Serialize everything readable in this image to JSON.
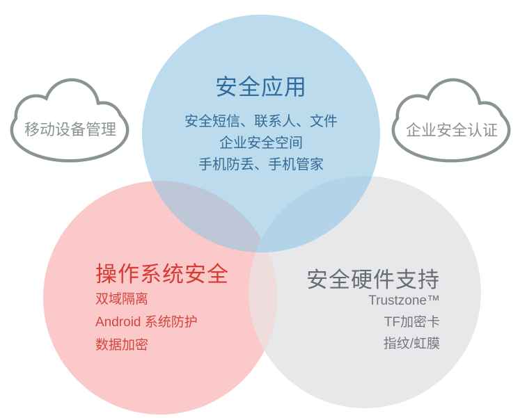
{
  "diagram": {
    "type": "venn",
    "background": "#ffffff"
  },
  "clouds": {
    "outline_color": "#8b9494",
    "label_color": "#8a9292",
    "left": {
      "label": "移动设备管理"
    },
    "right": {
      "label": "企业安全认证"
    }
  },
  "circles": {
    "apps": {
      "title": "安全应用",
      "items": [
        "安全短信、联系人、文件",
        "企业安全空间",
        "手机防丢、手机管家"
      ],
      "fill": "#bcdcee",
      "title_color": "#2f6b9e",
      "item_color": "#336a96"
    },
    "os": {
      "title": "操作系统安全",
      "items": [
        "双域隔离",
        "Android 系统防护",
        "数据加密"
      ],
      "fill": "#fbc9c9",
      "title_color": "#d83a31",
      "item_color": "#d4453c"
    },
    "hardware": {
      "title": "安全硬件支持",
      "items": [
        "Trustzone™",
        "TF加密卡",
        "指纹/虹膜"
      ],
      "fill": "#e7e8ea",
      "title_color": "#686c72",
      "item_color": "#73767c"
    }
  },
  "overlaps": {
    "apps_os": "#bdc7d8",
    "apps_hardware": "#b2d3e8",
    "os_hardware": "#efdcdc"
  }
}
